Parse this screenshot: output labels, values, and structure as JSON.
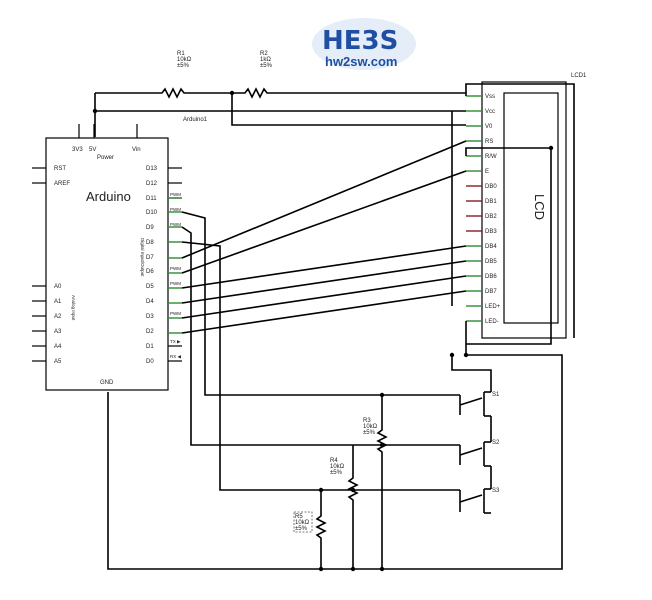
{
  "logo": {
    "mark": "HE3S",
    "text": "hw2sw.com",
    "color_blue": "#1f4fa3",
    "color_orange": "#f28c1a"
  },
  "resistors": {
    "r1": {
      "name": "R1",
      "value": "10kΩ",
      "tol": "±5%"
    },
    "r2": {
      "name": "R2",
      "value": "1kΩ",
      "tol": "±5%"
    },
    "r3": {
      "name": "R3",
      "value": "10kΩ",
      "tol": "±5%"
    },
    "r4": {
      "name": "R4",
      "value": "10kΩ",
      "tol": "±5%"
    },
    "r5": {
      "name": "R5",
      "value": "10kΩ",
      "tol": "±5%"
    }
  },
  "arduino": {
    "ref": "Arduino1",
    "title": "Arduino",
    "power_label": "Power",
    "top_pins": [
      "3V3",
      "5V",
      "Vin"
    ],
    "left_pins": [
      "RST",
      "AREF",
      "A0",
      "A1",
      "A2",
      "A3",
      "A4",
      "A5"
    ],
    "analog_label": "Analog Input",
    "digital_label": "Digital Input/Output",
    "right_pins": [
      "D13",
      "D12",
      "D11",
      "D10",
      "D9",
      "D8",
      "D7",
      "D6",
      "D5",
      "D4",
      "D3",
      "D2",
      "D1",
      "D0"
    ],
    "pwm": "PWM",
    "tx": "TX ▶",
    "rx": "RX ◀",
    "gnd": "GND"
  },
  "lcd": {
    "ref": "LCD1",
    "title": "LCD",
    "pins": [
      "Vss",
      "Vcc",
      "V0",
      "RS",
      "R/W",
      "E",
      "DB0",
      "DB1",
      "DB2",
      "DB3",
      "DB4",
      "DB5",
      "DB6",
      "DB7",
      "LED+",
      "LED-"
    ]
  },
  "switches": [
    "S1",
    "S2",
    "S3"
  ]
}
